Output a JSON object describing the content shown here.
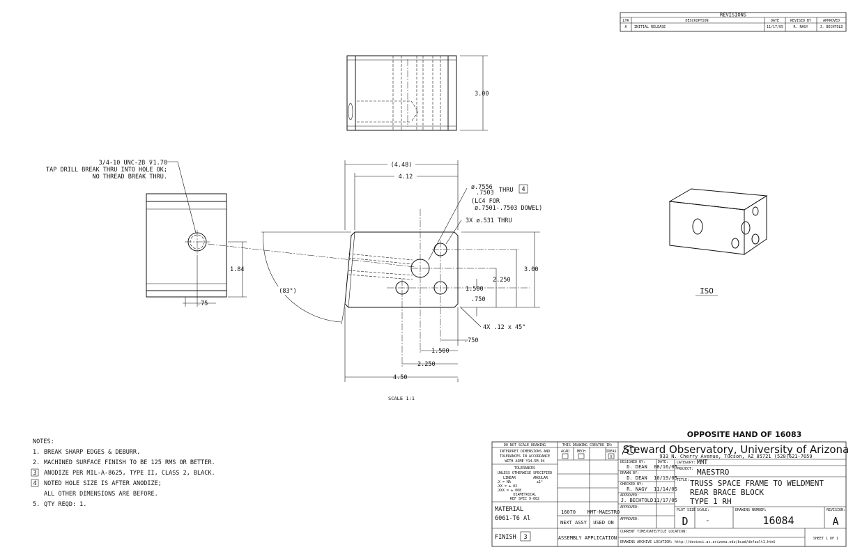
{
  "revisions": {
    "title": "REVISIONS",
    "headers": {
      "ltr": "LTR",
      "description": "DESCRIPTION",
      "date": "DATE",
      "revised_by": "REVISED BY",
      "approved": "APPROVED"
    },
    "rows": [
      {
        "ltr": "A",
        "description": "INITIAL RELEASE",
        "date": "11/17/05",
        "revised_by": "R. NAGY",
        "approved": "J. BECHTOLD"
      }
    ]
  },
  "drawing": {
    "top_view": {
      "dim_height": "3.00"
    },
    "callouts": {
      "tap_line1": "3/4-10 UNC-2B ⊽1.70",
      "tap_line2": "TAP DRILL BREAK THRU INTO HOLE OK;",
      "tap_line3": "NO THREAD BREAK THRU.",
      "dowel_main": "ø.7556",
      "dowel_sub": ".7503",
      "dowel_thru": "THRU",
      "dowel_note_num": "4",
      "lc4_line1": "(LC4 FOR",
      "lc4_line2": "ø.7501-.7503 DOWEL)",
      "holes": "3X ø.531 THRU",
      "chamfer": "4X .12 x 45°"
    },
    "dims": {
      "d448": "(4.48)",
      "d412": "4.12",
      "d184": "1.84",
      "d075": ".75",
      "d83": "(83°)",
      "d300": "3.00",
      "d2250v": "2.250",
      "d1500v": "1.500",
      "d750v": ".750",
      "d750h": ".750",
      "d1500h": "1.500",
      "d2250h": "2.250",
      "d450": "4.50"
    },
    "scale_label": "SCALE 1:1",
    "iso_label": "ISO",
    "opposite_hand": "OPPOSITE HAND OF 16083"
  },
  "notes": {
    "title": "NOTES:",
    "items": [
      {
        "num": "1.",
        "text": "BREAK SHARP EDGES & DEBURR.",
        "boxed": false
      },
      {
        "num": "2.",
        "text": "MACHINED SURFACE FINISH TO BE 125 RMS OR BETTER.",
        "boxed": false
      },
      {
        "num": "3",
        "text": "ANODIZE PER MIL-A-8625, TYPE II, CLASS 2, BLACK.",
        "boxed": true
      },
      {
        "num": "4",
        "text": "NOTED HOLE SIZE IS AFTER ANODIZE;",
        "boxed": true
      },
      {
        "num": "",
        "text": "ALL OTHER DIMENSIONS ARE BEFORE.",
        "boxed": false
      },
      {
        "num": "5.",
        "text": "QTY REQD: 1.",
        "boxed": false
      }
    ]
  },
  "title_block": {
    "do_not_scale": "DO NOT SCALE DRAWING",
    "interpret_1": "INTERPRET DIMENSIONS AND",
    "interpret_2": "TOLERANCES IN ACCORDANCE",
    "interpret_3": "WITH ASME Y14.5M-94",
    "tolerances": "TOLERANCES",
    "unless": "UNLESS OTHERWISE SPECIFIED",
    "linear": "LINEAR",
    "angular": "ANGULAR",
    "tol_x": ".X  = NA",
    "tol_xx": ".XX = ±.02",
    "tol_xxx": ".XXX = ±.008",
    "tol_ang": "±1°",
    "diametrical": "DIAMETRICAL",
    "ref_spec": "REF SPEC 9-002",
    "material_label": "MATERIAL",
    "material": "6061-T6 Al",
    "finish_label": "FINISH",
    "finish_num": "3",
    "created_in": "THIS DRAWING CREATED IN:",
    "acad": "ACAD",
    "mech": "MECH",
    "ideas": "IDEAS",
    "ideas_mark": "X",
    "next_assy_num": "16070",
    "used_on_val": "MMT-MAESTRO",
    "next_assy": "NEXT ASSY",
    "used_on": "USED ON",
    "assembly_application": "ASSEMBLY APPLICATION",
    "org_name": "Steward Observatory, University of Arizona",
    "org_address": "933 N. Cherry Avenue, Tucson, AZ  85721   (520)621-7659",
    "designed_by_label": "DESIGNED BY:",
    "designed_by": "D. DEAN",
    "date_label": "DATE:",
    "designed_date": "08/16/05",
    "drawn_by_label": "DRAWN BY:",
    "drawn_by": "D. DEAN",
    "drawn_date": "10/19/05",
    "checked_by_label": "CHECKED BY:",
    "checked_by": "R. NAGY",
    "checked_date": "11/14/05",
    "approved_label": "APPROVED:",
    "approved_by": "J. BECHTOLD",
    "approved_date": "11/17/05",
    "category_label": "CATEGORY:",
    "category": "MMT",
    "project_label": "PROJECT:",
    "project": "MAESTRO",
    "title_label": "TITLE:",
    "title_1": "TRUSS SPACE FRAME TO WELDMENT",
    "title_2": "REAR BRACE BLOCK",
    "title_3": "TYPE 1 RH",
    "plot_size_label": "PLOT SIZE",
    "plot_size": "D",
    "scale_label": "SCALE:",
    "scale": "-",
    "drawing_number_label": "DRAWING NUMBER:",
    "drawing_number": "16084",
    "revision_label": "REVISION:",
    "revision": "A",
    "current_file_label": "CURRENT TIME/DATE/FILE LOCATION:",
    "archive_label": "DRAWING ARCHIVE LOCATION: http://devinci.as.arizona.edu/bcad/default1.html",
    "sheet": "SHEET 1 OF 1"
  }
}
